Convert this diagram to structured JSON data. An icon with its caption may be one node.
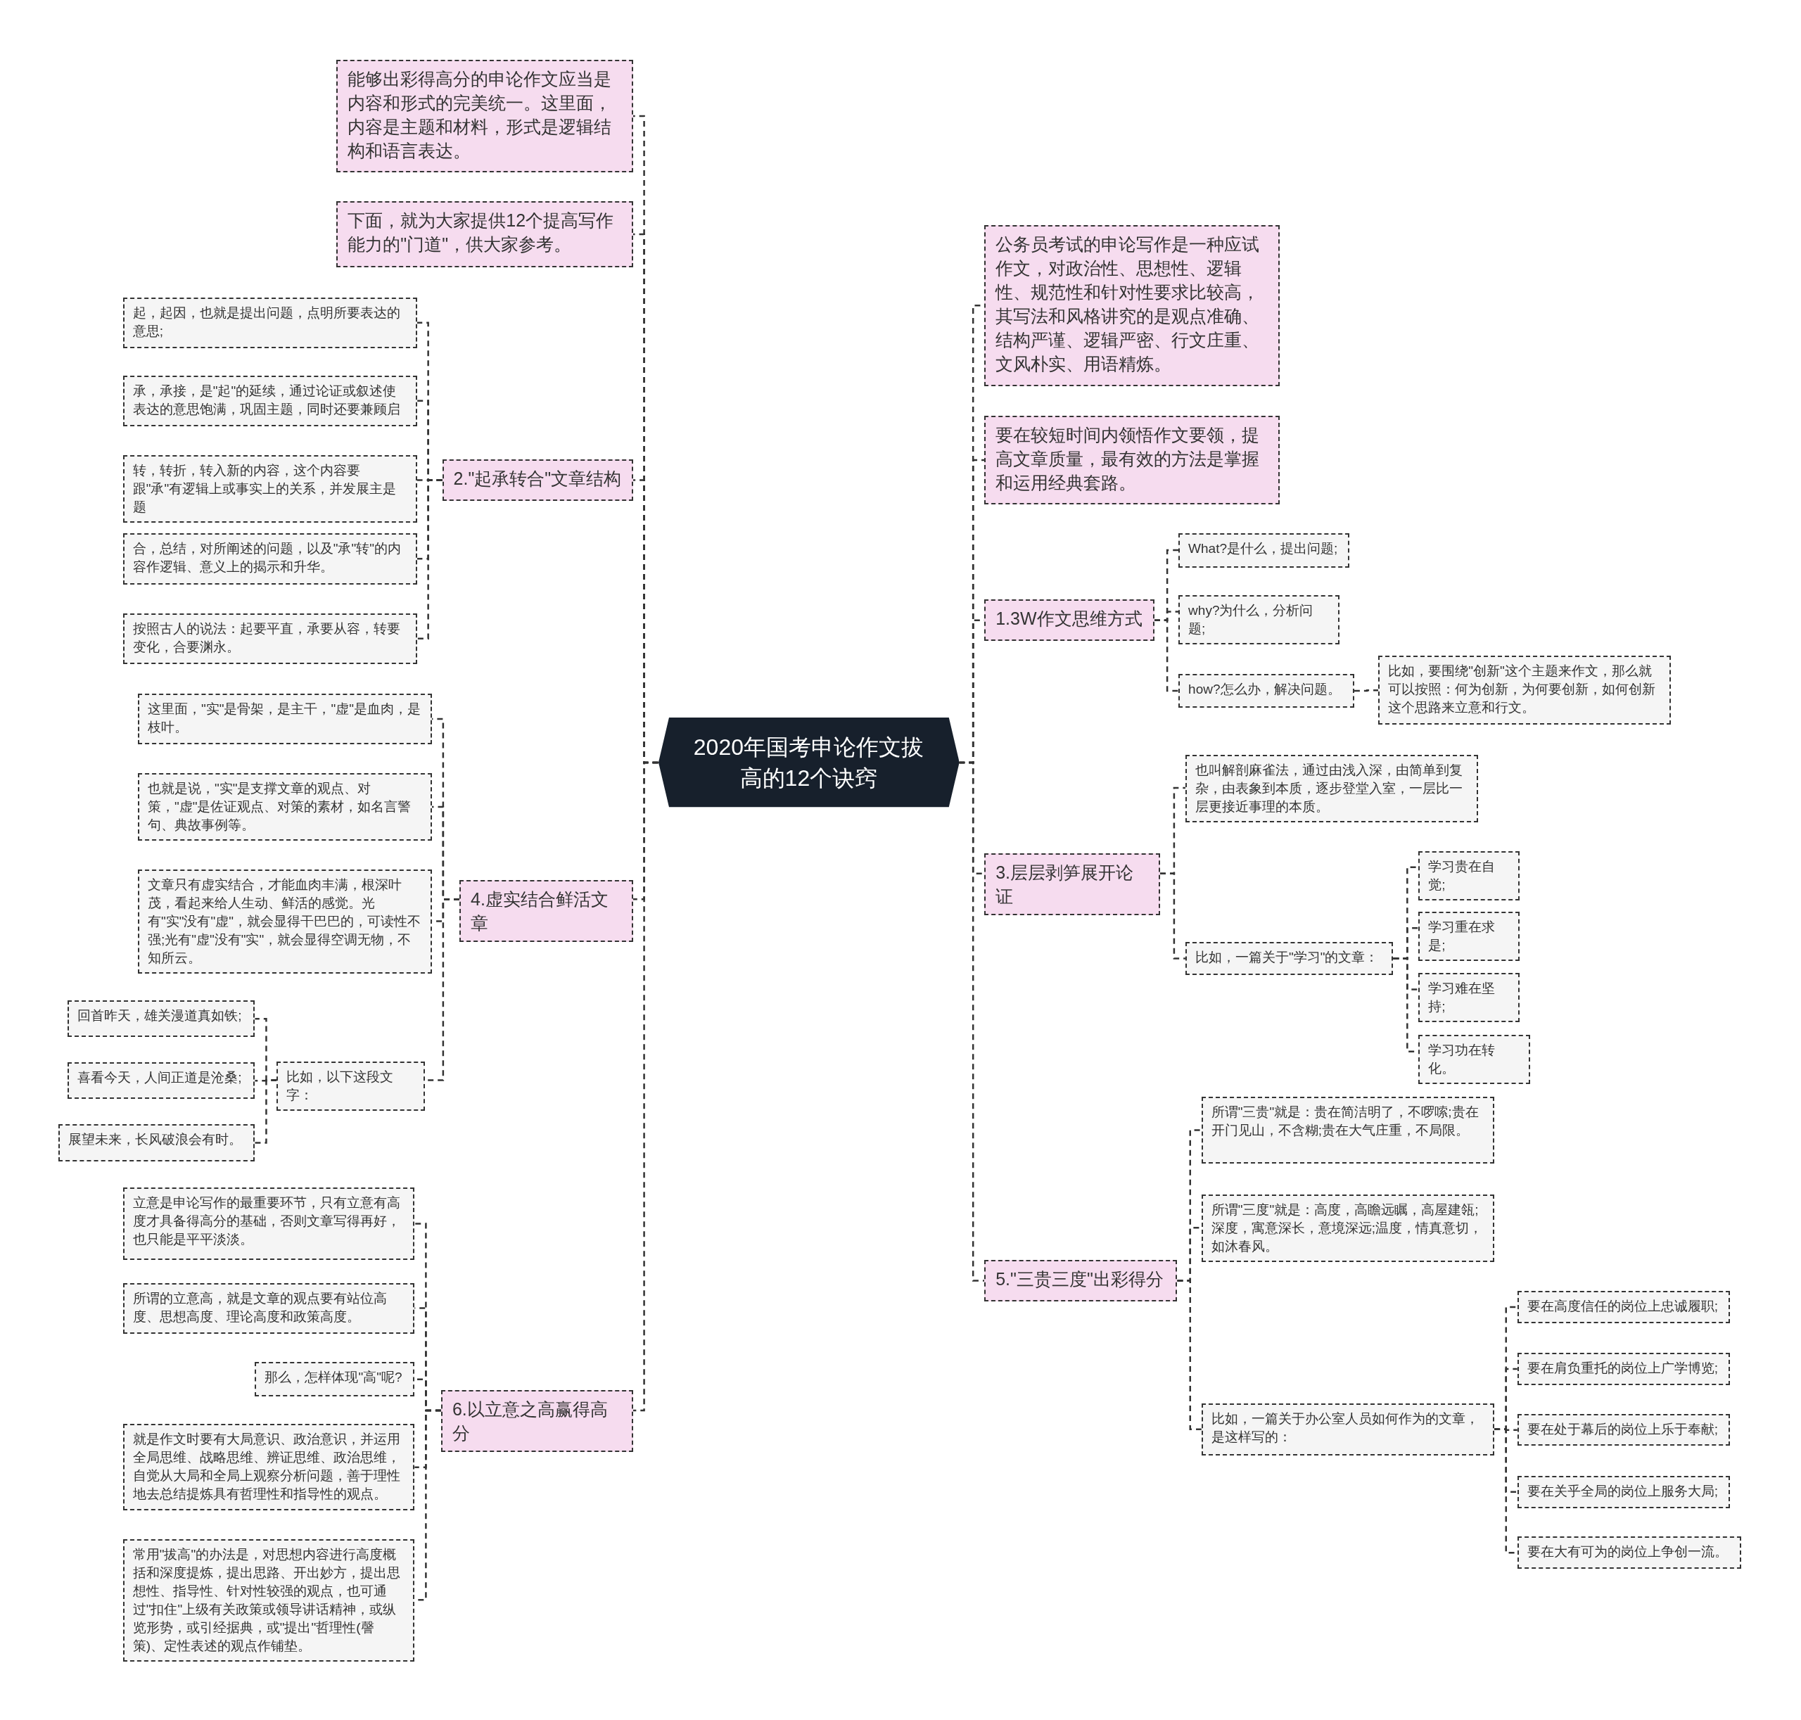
{
  "diagram": {
    "nodes": [
      {
        "text": [
          "2020年国考申论作文拔高的12个诀窍"
        ]
      },
      {
        "text": [
          "能够出彩得高分的申论作文应当是内容和形式的完美统一。这里面，内容是主题和材料，形式是逻辑结构和语言表达。"
        ]
      },
      {
        "text": [
          "下面，就为大家提供12个提高写作能力的\"门道\"，供大家参考。"
        ]
      },
      {
        "text": [
          "2.\"起承转合\"文章结构"
        ]
      },
      {
        "text": [
          "起，起因，也就是提出问题，点明所要表达的意思;"
        ]
      },
      {
        "text": [
          "承，承接，是\"起\"的延续，通过论证或叙述使表达的意思饱满，巩固主题，同时还要兼顾启"
        ]
      },
      {
        "text": [
          "转，转折，转入新的内容，这个内容要跟\"承\"有逻辑上或事实上的关系，并发展主是题"
        ]
      },
      {
        "text": [
          "合，总结，对所阐述的问题，以及\"承\"转\"的内容作逻辑、意义上的揭示和升华。"
        ]
      },
      {
        "text": [
          "按照古人的说法：起要平直，承要从容，转要变化，合要渊永。"
        ]
      },
      {
        "text": [
          "4.虚实结合鲜活文章"
        ]
      },
      {
        "text": [
          "这里面，\"实\"是骨架，是主干，\"虚\"是血肉，是枝叶。"
        ]
      },
      {
        "text": [
          "也就是说，\"实\"是支撑文章的观点、对策，\"虚\"是佐证观点、对策的素材，如名言警句、典故事例等。"
        ]
      },
      {
        "text": [
          "文章只有虚实结合，才能血肉丰满，根深叶茂，看起来给人生动、鲜活的感觉。光有\"实\"没有\"虚\"，就会显得干巴巴的，可读性不强;光有\"虚\"没有\"实\"，就会显得空调无物，不知所云。"
        ]
      },
      {
        "text": [
          "比如，以下这段文字："
        ]
      },
      {
        "text": [
          "回首昨天，雄关漫道真如铁;"
        ]
      },
      {
        "text": [
          "喜看今天，人间正道是沧桑;"
        ]
      },
      {
        "text": [
          "展望未来，长风破浪会有时。"
        ]
      },
      {
        "text": [
          "6.以立意之高赢得高分"
        ]
      },
      {
        "text": [
          "立意是申论写作的最重要环节，只有立意有高度才具备得高分的基础，否则文章写得再好，也只能是平平淡淡。"
        ]
      },
      {
        "text": [
          "所谓的立意高，就是文章的观点要有站位高度、思想高度、理论高度和政策高度。"
        ]
      },
      {
        "text": [
          "那么，怎样体现\"高\"呢?"
        ]
      },
      {
        "text": [
          "就是作文时要有大局意识、政治意识，并运用全局思维、战略思维、辨证思维、政治思维，自觉从大局和全局上观察分析问题，善于理性地去总结提炼具有哲理性和指导性的观点。"
        ]
      },
      {
        "text": [
          "常用\"拔高\"的办法是，对思想内容进行高度概括和深度提炼，提出思路、开出妙方，提出思想性、指导性、针对性较强的观点，也可通过\"扣住\"上级有关政策或领导讲话精神，或纵览形势，或引经据典，或\"提出\"哲理性(謦策)、定性表述的观点作铺垫。"
        ]
      },
      {
        "text": [
          "公务员考试的申论写作是一种应试作文，对政治性、思想性、逻辑性、规范性和针对性要求比较高，其写法和风格讲究的是观点准确、结构严谨、逻辑严密、行文庄重、文风朴实、用语精炼。"
        ]
      },
      {
        "text": [
          "要在较短时间内领悟作文要领，提高文章质量，最有效的方法是掌握和运用经典套路。"
        ]
      },
      {
        "text": [
          "1.3W作文思维方式"
        ]
      },
      {
        "text": [
          "What?是什么，提出问题;"
        ]
      },
      {
        "text": [
          "why?为什么，分析问题;"
        ]
      },
      {
        "text": [
          "how?怎么办，解决问题。"
        ]
      },
      {
        "text": [
          "比如，要围绕\"创新\"这个主题来作文，那么就可以按照：何为创新，为何要创新，如何创新这个思路来立意和行文。"
        ]
      },
      {
        "text": [
          "3.层层剥笋展开论证"
        ]
      },
      {
        "text": [
          "也叫解剖麻雀法，通过由浅入深，由简单到复杂，由表象到本质，逐步登堂入室，一层比一层更接近事理的本质。"
        ]
      },
      {
        "text": [
          "比如，一篇关于\"学习\"的文章："
        ]
      },
      {
        "text": [
          "学习贵在自觉;"
        ]
      },
      {
        "text": [
          "学习重在求是;"
        ]
      },
      {
        "text": [
          "学习难在坚持;"
        ]
      },
      {
        "text": [
          "学习功在转化。"
        ]
      },
      {
        "text": [
          "5.\"三贵三度\"出彩得分"
        ]
      },
      {
        "text": [
          "所谓\"三贵\"就是：贵在简洁明了，不啰嗦;贵在开门见山，不含糊;贵在大气庄重，不局限。"
        ]
      },
      {
        "text": [
          "所谓\"三度\"就是：高度，高瞻远瞩，高屋建瓴;深度，寓意深长，意境深远;温度，情真意切，如沐春风。"
        ]
      },
      {
        "text": [
          "比如，一篇关于办公室人员如何作为的文章，是这样写的："
        ]
      },
      {
        "text": [
          "要在高度信任的岗位上忠诚履职;"
        ]
      },
      {
        "text": [
          "要在肩负重托的岗位上广学博览;"
        ]
      },
      {
        "text": [
          "要在处于幕后的岗位上乐于奉献;"
        ]
      },
      {
        "text": [
          "要在关乎全局的岗位上服务大局;"
        ]
      },
      {
        "text": [
          "要在大有可为的岗位上争创一流。"
        ]
      }
    ],
    "edges": [
      {
        "from": 0,
        "to": 1,
        "arrow": "none"
      },
      {
        "from": 0,
        "to": 2,
        "arrow": "none"
      },
      {
        "from": 0,
        "to": 3,
        "arrow": "none"
      },
      {
        "from": 3,
        "to": 4,
        "arrow": "none"
      },
      {
        "from": 3,
        "to": 5,
        "arrow": "none"
      },
      {
        "from": 3,
        "to": 6,
        "arrow": "none"
      },
      {
        "from": 3,
        "to": 7,
        "arrow": "none"
      },
      {
        "from": 3,
        "to": 8,
        "arrow": "none"
      },
      {
        "from": 0,
        "to": 9,
        "arrow": "none"
      },
      {
        "from": 9,
        "to": 10,
        "arrow": "none"
      },
      {
        "from": 9,
        "to": 11,
        "arrow": "none"
      },
      {
        "from": 9,
        "to": 12,
        "arrow": "none"
      },
      {
        "from": 9,
        "to": 13,
        "arrow": "none"
      },
      {
        "from": 13,
        "to": 14,
        "arrow": "none"
      },
      {
        "from": 13,
        "to": 15,
        "arrow": "none"
      },
      {
        "from": 13,
        "to": 16,
        "arrow": "none"
      },
      {
        "from": 0,
        "to": 17,
        "arrow": "none"
      },
      {
        "from": 17,
        "to": 18,
        "arrow": "none"
      },
      {
        "from": 17,
        "to": 19,
        "arrow": "none"
      },
      {
        "from": 17,
        "to": 20,
        "arrow": "none"
      },
      {
        "from": 17,
        "to": 21,
        "arrow": "none"
      },
      {
        "from": 17,
        "to": 22,
        "arrow": "none"
      },
      {
        "from": 0,
        "to": 23,
        "arrow": "none"
      },
      {
        "from": 0,
        "to": 24,
        "arrow": "none"
      },
      {
        "from": 0,
        "to": 25,
        "arrow": "none"
      },
      {
        "from": 25,
        "to": 26,
        "arrow": "none"
      },
      {
        "from": 25,
        "to": 27,
        "arrow": "none"
      },
      {
        "from": 25,
        "to": 28,
        "arrow": "none"
      },
      {
        "from": 28,
        "to": 29,
        "arrow": "none"
      },
      {
        "from": 0,
        "to": 30,
        "arrow": "none"
      },
      {
        "from": 30,
        "to": 31,
        "arrow": "none"
      },
      {
        "from": 30,
        "to": 32,
        "arrow": "none"
      },
      {
        "from": 32,
        "to": 33,
        "arrow": "none"
      },
      {
        "from": 32,
        "to": 34,
        "arrow": "none"
      },
      {
        "from": 32,
        "to": 35,
        "arrow": "none"
      },
      {
        "from": 32,
        "to": 36,
        "arrow": "none"
      },
      {
        "from": 0,
        "to": 37,
        "arrow": "none"
      },
      {
        "from": 37,
        "to": 38,
        "arrow": "none"
      },
      {
        "from": 37,
        "to": 39,
        "arrow": "none"
      },
      {
        "from": 37,
        "to": 40,
        "arrow": "none"
      },
      {
        "from": 40,
        "to": 41,
        "arrow": "none"
      },
      {
        "from": 40,
        "to": 42,
        "arrow": "none"
      },
      {
        "from": 40,
        "to": 43,
        "arrow": "none"
      },
      {
        "from": 40,
        "to": 44,
        "arrow": "none"
      },
      {
        "from": 40,
        "to": 45,
        "arrow": "none"
      }
    ]
  }
}
